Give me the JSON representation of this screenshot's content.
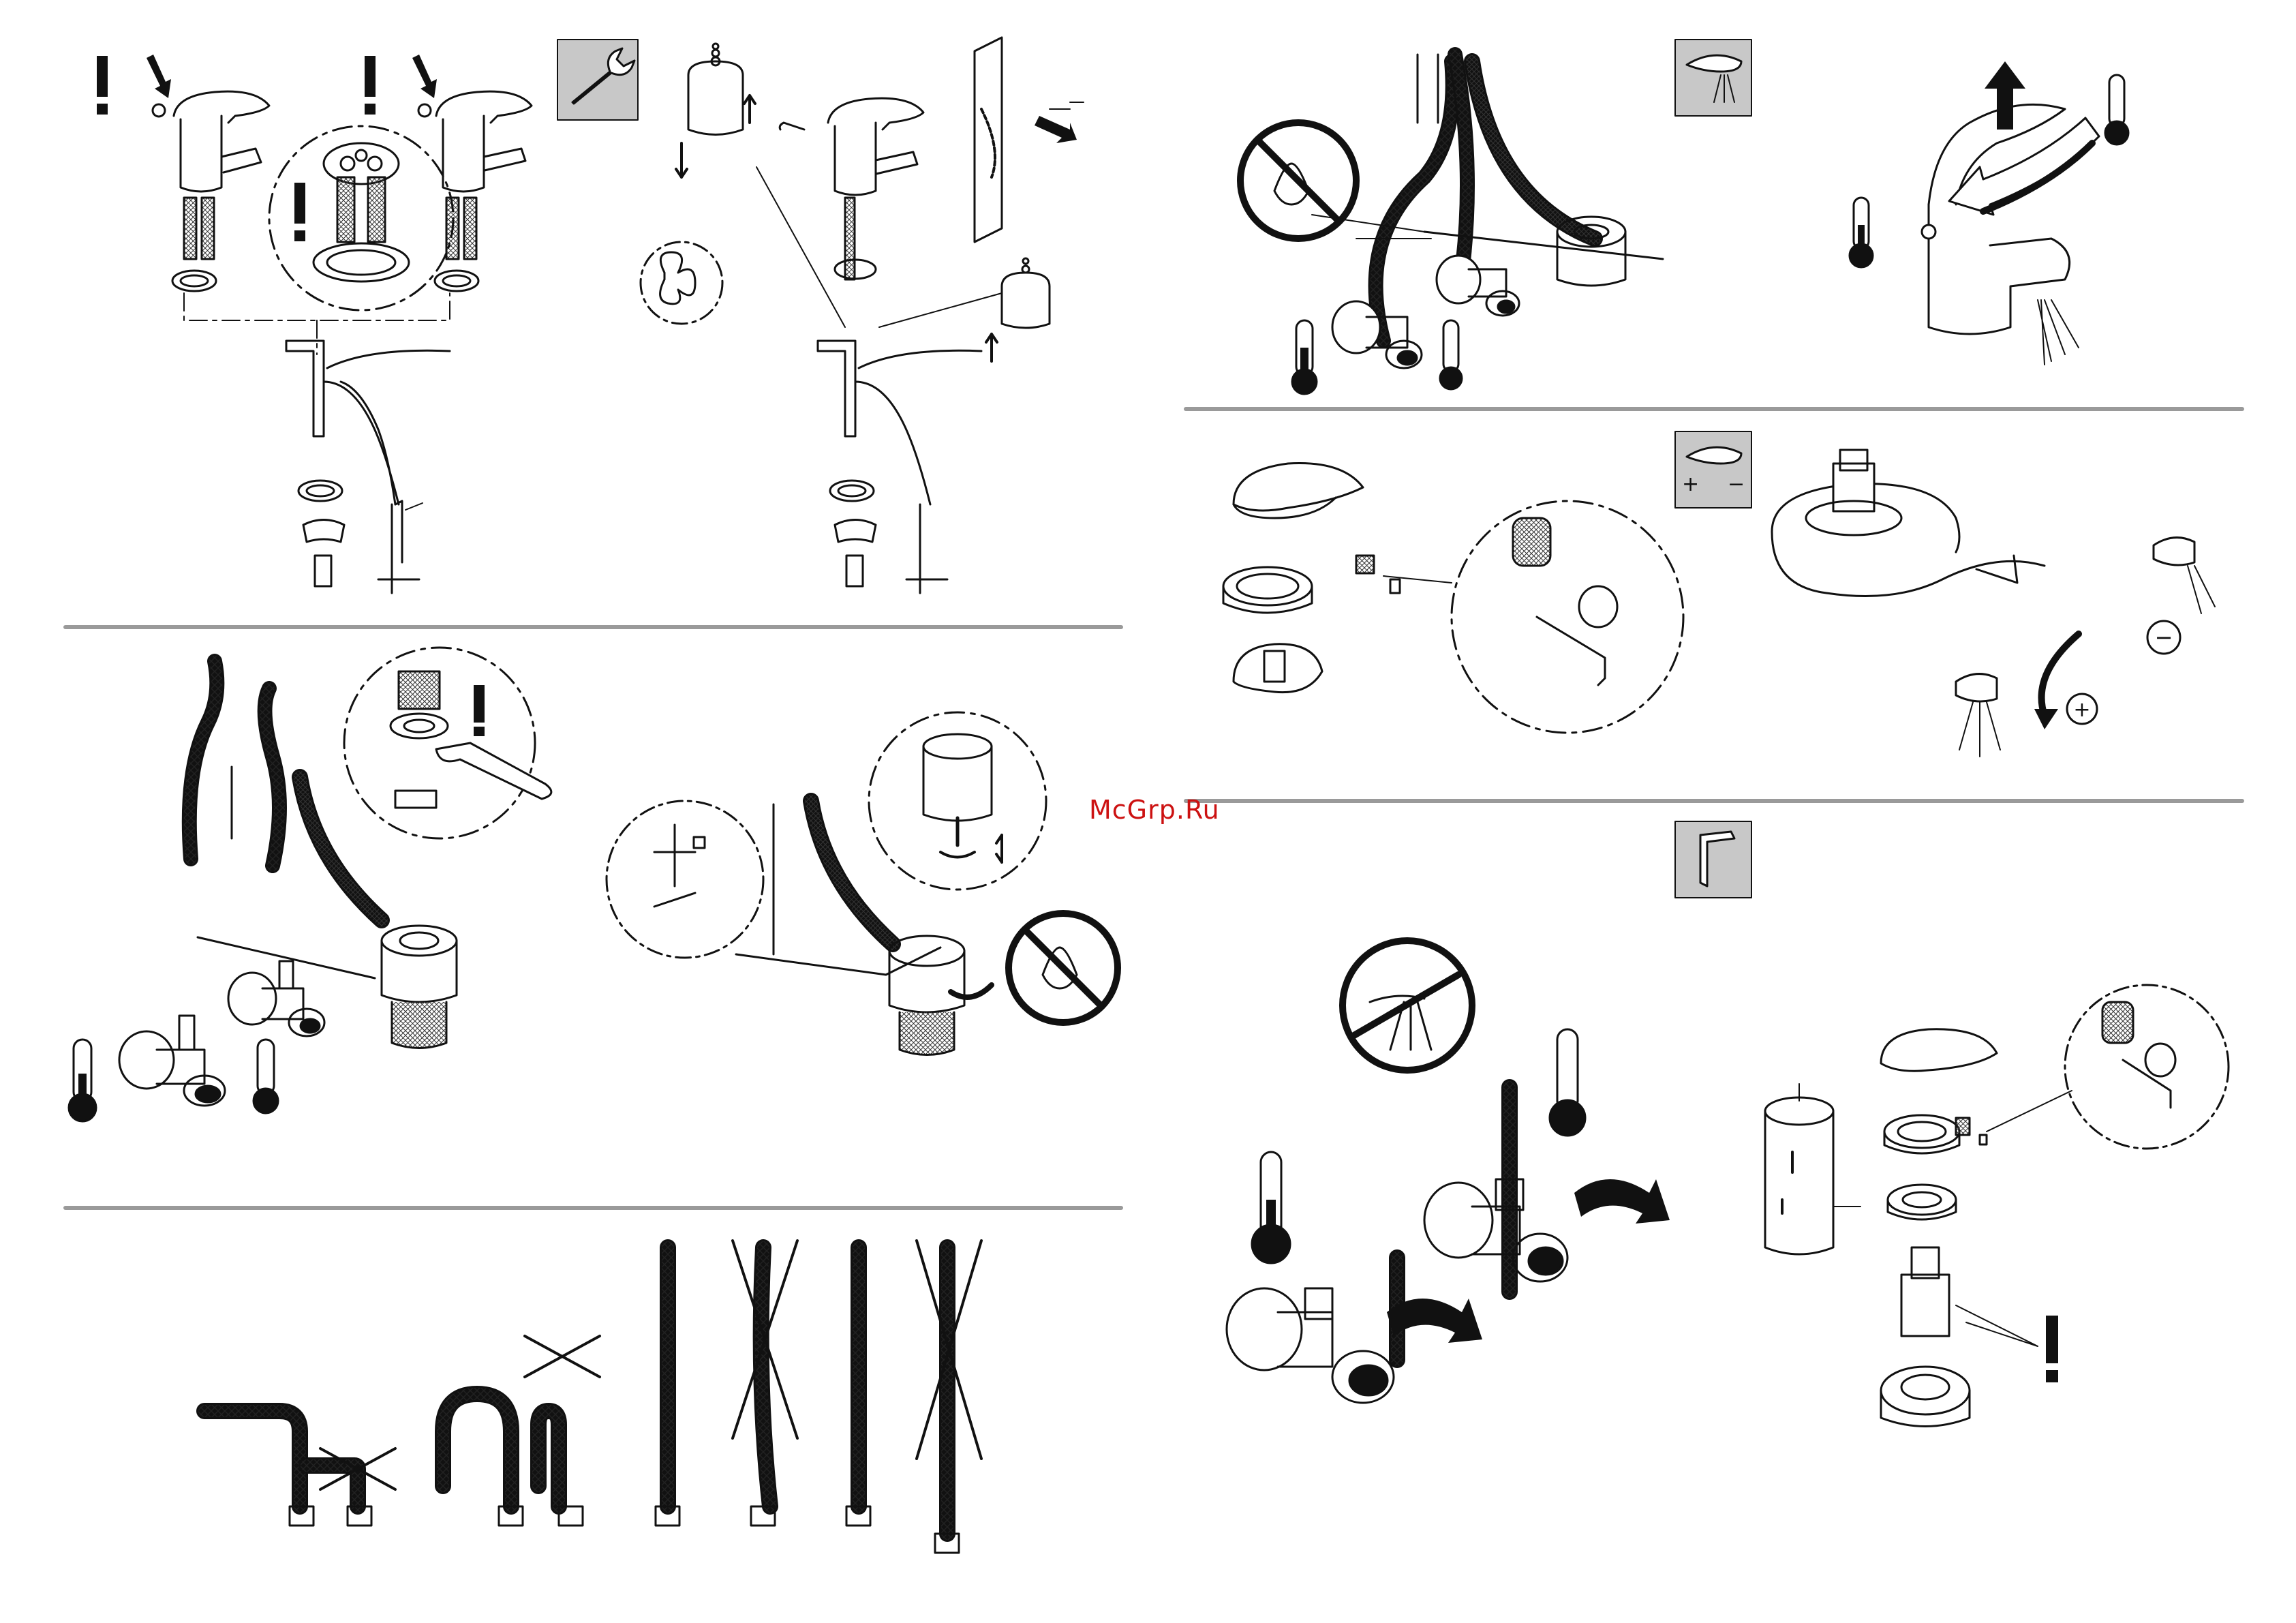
{
  "document": {
    "title": "",
    "watermark": "McGrp.Ru"
  },
  "sections": [
    {
      "id": "install-mount",
      "description": ""
    },
    {
      "id": "install-connect-drain",
      "description": ""
    },
    {
      "id": "hose-handling",
      "description": ""
    },
    {
      "id": "operation",
      "description": ""
    },
    {
      "id": "temperature-limit",
      "description": ""
    },
    {
      "id": "maintenance",
      "description": ""
    }
  ],
  "symbols": {
    "caution": "!",
    "plus": "+",
    "minus": "−",
    "tool_tabs": [
      "wrench-icon",
      "spray-icon",
      "spray-adjust-icon",
      "hex-key-icon"
    ],
    "spray_adjust_label": "+ ⁒ −"
  },
  "colors": {
    "ink": "#111111",
    "rule": "#9a9a9a",
    "tab_bg": "#c8c8c8",
    "watermark": "#cc1111"
  }
}
